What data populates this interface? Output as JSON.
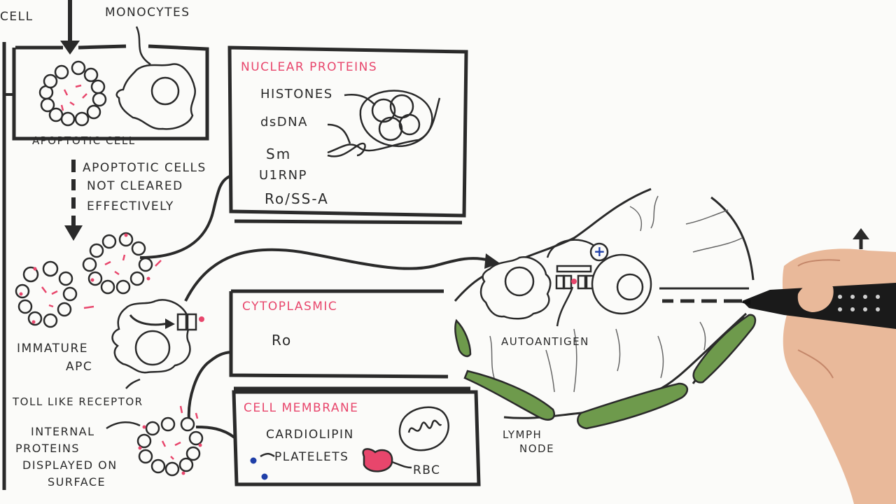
{
  "labels": {
    "cell_fragment": "CELL",
    "monocytes": "MONOCYTES",
    "apoptotic_cell": "APOPTOTIC CELL",
    "note_line1": "APOPTOTIC CELLS",
    "note_line2": "NOT CLEARED",
    "note_line3": "EFFECTIVELY",
    "immature_apc_1": "IMMATURE",
    "immature_apc_2": "APC",
    "toll_like_receptor": "TOLL LIKE RECEPTOR",
    "internal_1": "INTERNAL",
    "internal_2": "PROTEINS",
    "internal_3": "DISPLAYED ON",
    "internal_4": "SURFACE",
    "autoantigen": "AUTOANTIGEN",
    "lymph_1": "LYMPH",
    "lymph_2": "NODE"
  },
  "nuclear_box": {
    "title": "NUCLEAR PROTEINS",
    "items": [
      "HISTONES",
      "dsDNA",
      "Sm",
      "U1RNP",
      "Ro/SS-A"
    ]
  },
  "cytoplasmic_box": {
    "title": "CYTOPLASMIC",
    "items": [
      "Ro"
    ]
  },
  "membrane_box": {
    "title": "CELL MEMBRANE",
    "items": [
      "CARDIOLIPIN",
      "PLATELETS",
      "RBC"
    ]
  },
  "symbols": {
    "plus": "+"
  },
  "colors": {
    "ink": "#2a2a2a",
    "pink": "#e8466c",
    "green": "#6e9a4c",
    "blue": "#1f3fa8",
    "background": "#fbfbf9"
  }
}
